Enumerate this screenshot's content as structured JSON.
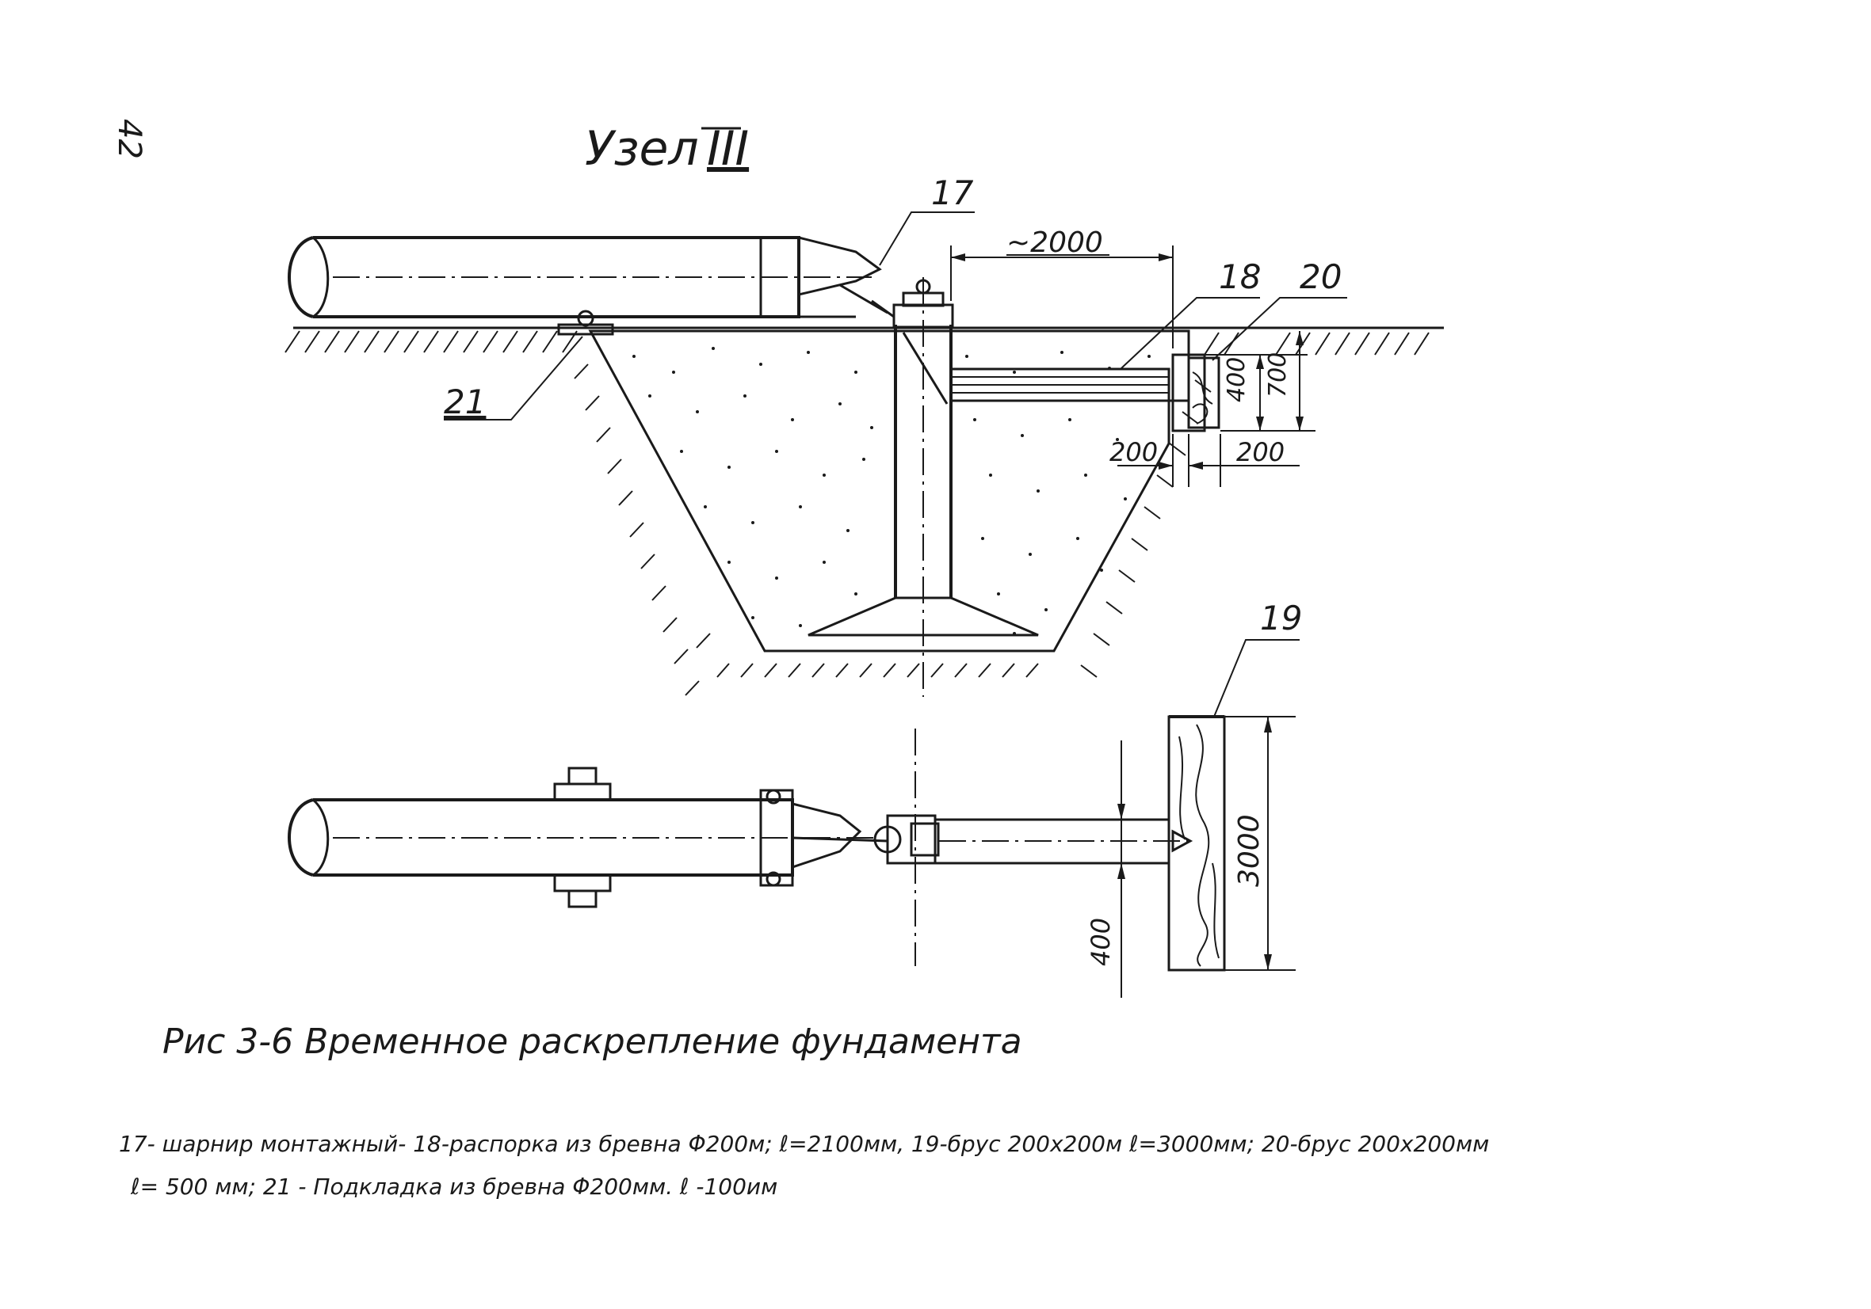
{
  "page_number": "42",
  "title": "Узел",
  "title_numeral": "III",
  "callouts": {
    "c17": "17",
    "c18": "18",
    "c19": "19",
    "c20": "20",
    "c21": "21"
  },
  "dimensions": {
    "d2000": "~2000",
    "d400_top": "400",
    "d700": "700",
    "d200_left": "200",
    "d200_right": "200",
    "d3000": "3000",
    "d400_plan": "400"
  },
  "caption": {
    "figure": "Рис 3-6  Временное раскрепление фундамента",
    "legend_line1": "17- шарнир монтажный- 18-распорка из бревна Φ200м; ℓ=2100мм, 19-брус 200x200м   ℓ=3000мм; 20-брус 200x200мм",
    "legend_line2": "ℓ= 500 мм; 21 - Подкладка из бревна Φ200мм. ℓ -100им"
  }
}
